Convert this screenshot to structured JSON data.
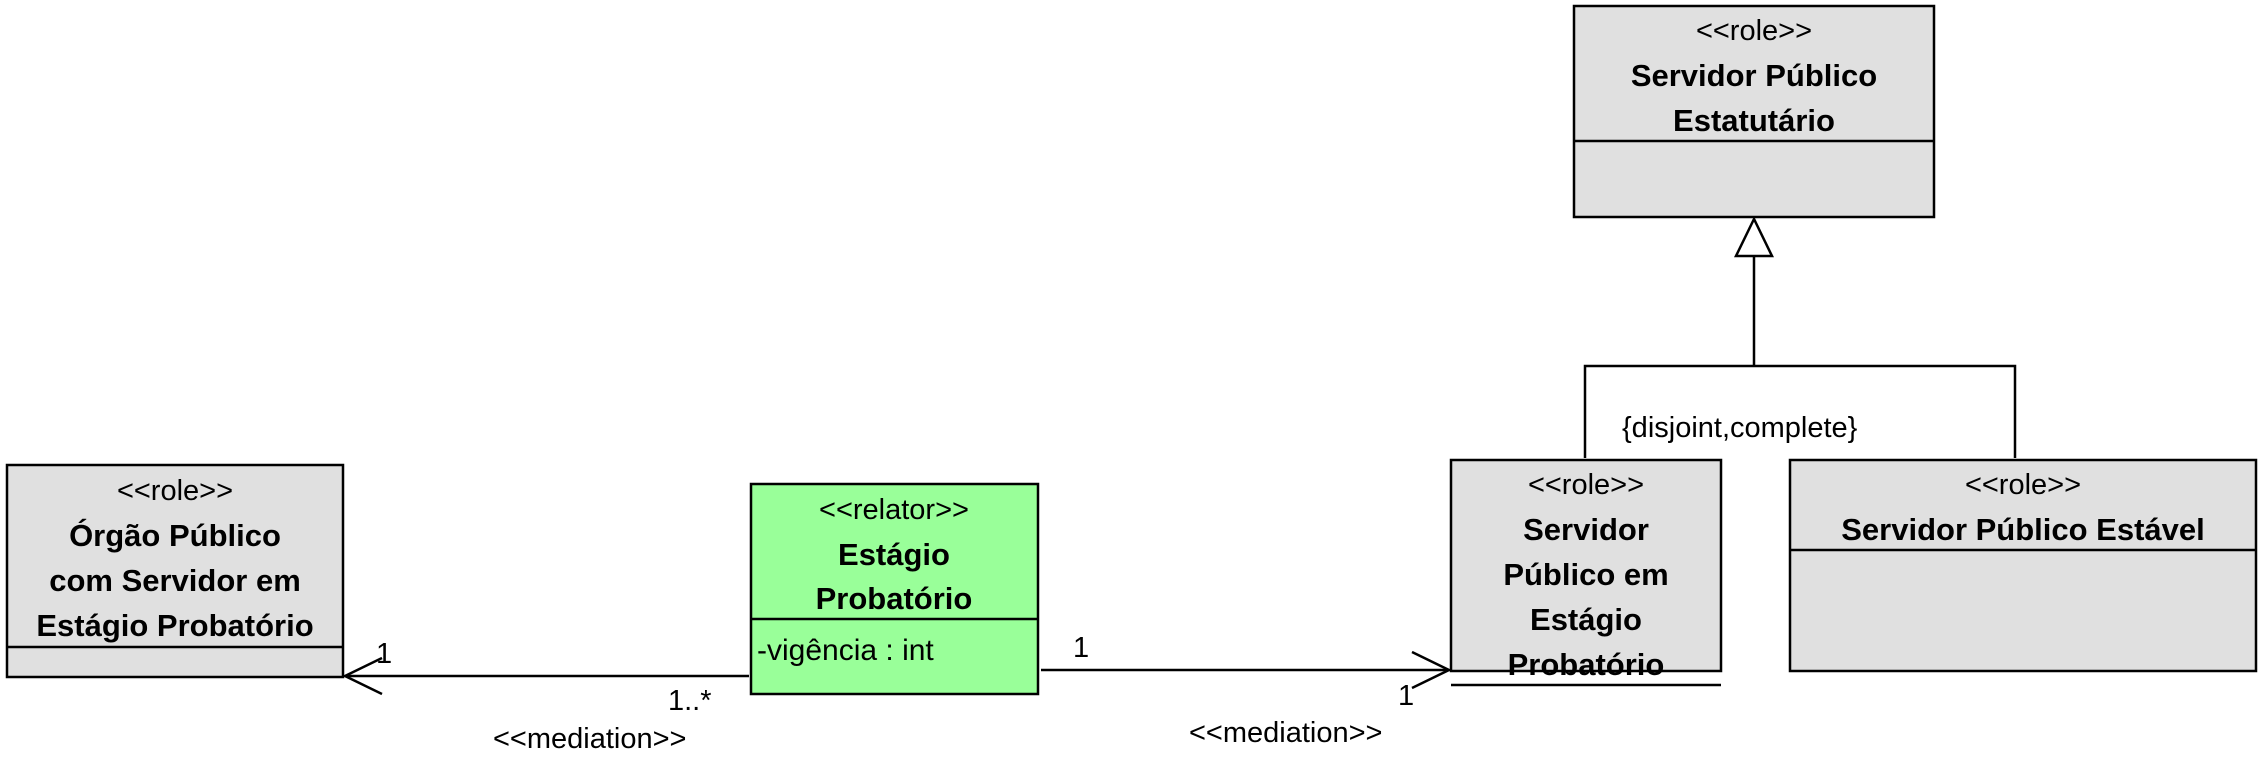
{
  "colors": {
    "role_fill": "#e0e0e0",
    "relator_fill": "#99ff99",
    "line": "#000000"
  },
  "classes": {
    "orgao": {
      "stereotype": "<<role>>",
      "name_lines": [
        "Órgão Público",
        "com Servidor em",
        "Estágio Probatório"
      ]
    },
    "estagio": {
      "stereotype": "<<relator>>",
      "name_lines": [
        "Estágio",
        "Probatório"
      ],
      "attributes": [
        "-vigência : int"
      ]
    },
    "estatutario": {
      "stereotype": "<<role>>",
      "name_lines": [
        "Servidor Público",
        "Estatutário"
      ]
    },
    "em_estagio": {
      "stereotype": "<<role>>",
      "name_lines": [
        "Servidor",
        "Público em",
        "Estágio",
        "Probatório"
      ]
    },
    "estavel": {
      "stereotype": "<<role>>",
      "name_lines": [
        "Servidor Público Estável"
      ]
    }
  },
  "generalization_set": {
    "constraint": "{disjoint,complete}"
  },
  "associations": {
    "left": {
      "stereotype": "<<mediation>>",
      "end_orgao": "1",
      "end_estagio": "1..*"
    },
    "right": {
      "stereotype": "<<mediation>>",
      "end_estagio": "1",
      "end_servidor": "1"
    }
  }
}
